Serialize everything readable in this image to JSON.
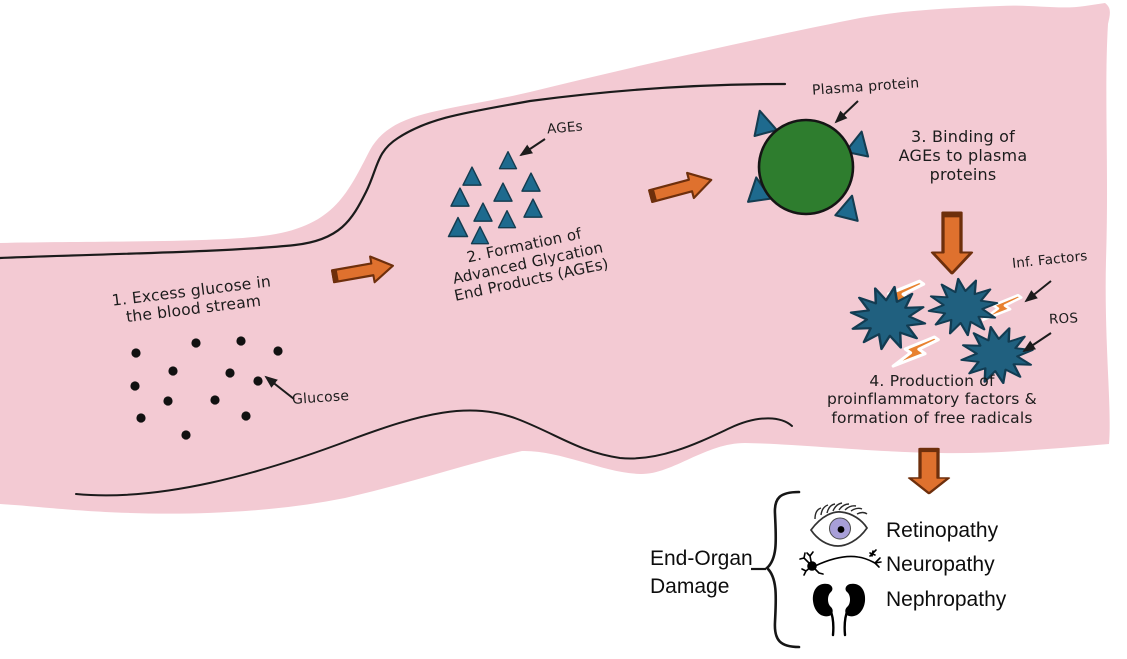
{
  "colors": {
    "vessel_pink": "#F3CAD3",
    "outline_black": "#1C1C1C",
    "arrow_orange": "#DF712E",
    "arrow_dark": "#6E2F0C",
    "age_teal": "#1E6A8E",
    "age_dark": "#143C50",
    "protein_green": "#2E7D2E",
    "star_teal": "#20607F",
    "bolt_orange": "#E8812F",
    "iris_purple": "#A89FD8",
    "dot_black": "#111111"
  },
  "steps": [
    {
      "lines": [
        "1. Excess glucose in",
        "the blood stream"
      ]
    },
    {
      "lines": [
        "2. Formation of",
        "Advanced Glycation",
        "End Products (AGEs)"
      ]
    },
    {
      "lines": [
        "3. Binding of",
        "AGEs to plasma",
        "proteins"
      ]
    },
    {
      "lines": [
        "4. Production of",
        "proinflammatory factors &",
        "formation of free radicals"
      ]
    }
  ],
  "labels": {
    "glucose": "Glucose",
    "ages": "AGEs",
    "plasma_protein": "Plasma protein",
    "inf_factors": "Inf. Factors",
    "ros": "ROS"
  },
  "end_organ": {
    "title_lines": [
      "End-Organ",
      "Damage"
    ],
    "items": [
      {
        "icon": "eye-icon",
        "label": "Retinopathy"
      },
      {
        "icon": "neuron-icon",
        "label": "Neuropathy"
      },
      {
        "icon": "kidneys-icon",
        "label": "Nephropathy"
      }
    ]
  }
}
